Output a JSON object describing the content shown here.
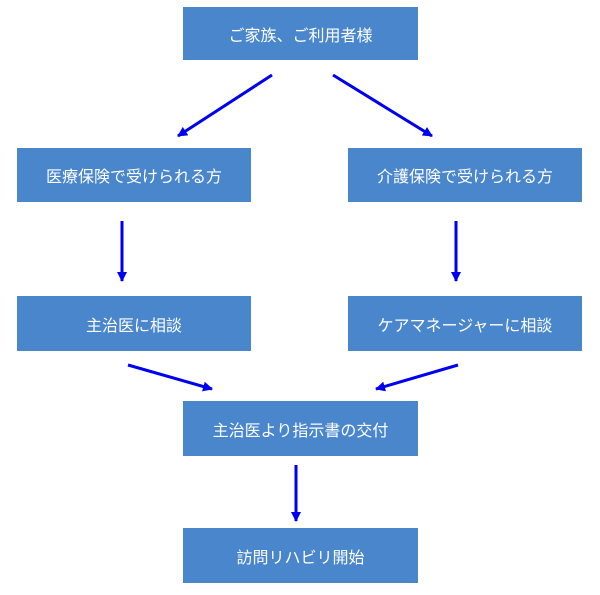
{
  "flow": {
    "start": "ご家族、ご利用者様",
    "medical_insurance": "医療保険で受けられる方",
    "care_insurance": "介護保険で受けられる方",
    "consult_doctor": "主治医に相談",
    "consult_care_manager": "ケアマネージャーに相談",
    "doctor_instruction": "主治医より指示書の交付",
    "rehab_start": "訪問リハビリ開始"
  },
  "colors": {
    "box_fill": "#4a86cc",
    "box_text": "#ffffff",
    "arrow": "#0000ee"
  }
}
